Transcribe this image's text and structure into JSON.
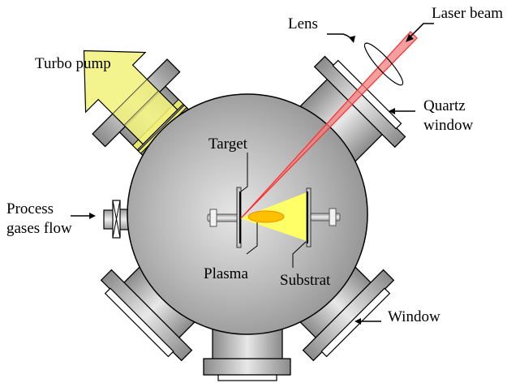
{
  "title": "Pulsed laser deposition chamber schematic",
  "labels": {
    "turbo_pump": "Turbo pump",
    "lens": "Lens",
    "laser_beam": "Laser beam",
    "quartz_window_line1": "Quartz",
    "quartz_window_line2": "window",
    "target": "Target",
    "process_gases_line1": "Process",
    "process_gases_line2": "gases flow",
    "plasma": "Plasma",
    "substrat": "Substrat",
    "window": "Window"
  },
  "colors": {
    "chamber": "#a8a8a8",
    "chamber_highlight": "#e6e6e6",
    "laser": "#ff2a2a",
    "laser_fill": "#f08080",
    "plume": "#ffff66",
    "plasma": "#ffc000",
    "plasma_stroke": "#f08c00",
    "pump_arrow": "#f2f27a",
    "outline": "#000000"
  }
}
